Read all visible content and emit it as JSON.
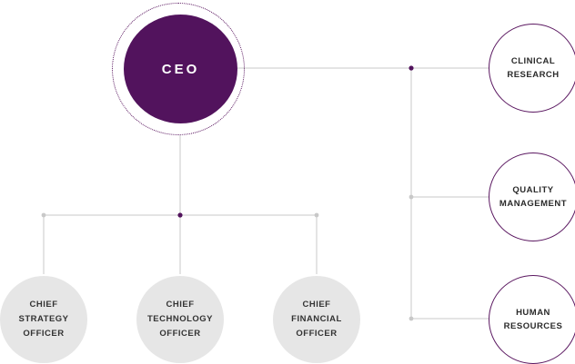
{
  "diagram": {
    "ceo": {
      "label": "CEO"
    },
    "departments": [
      {
        "id": "clinical-research",
        "label": "CLINICAL\nRESEARCH"
      },
      {
        "id": "quality-management",
        "label": "QUALITY\nMANAGEMENT"
      },
      {
        "id": "human-resources",
        "label": "HUMAN\nRESOURCES"
      }
    ],
    "chiefs": [
      {
        "id": "cso",
        "label": "CHIEF\nSTRATEGY\nOFFICER"
      },
      {
        "id": "cto",
        "label": "CHIEF\nTECHNOLOGY\nOFFICER"
      },
      {
        "id": "cfo",
        "label": "CHIEF\nFINANCIAL\nOFFICER"
      }
    ],
    "colors": {
      "primary": "#52135d",
      "connector": "#c8c8c8",
      "chief_fill": "#e6e6e6",
      "background": "#ffffff"
    }
  }
}
